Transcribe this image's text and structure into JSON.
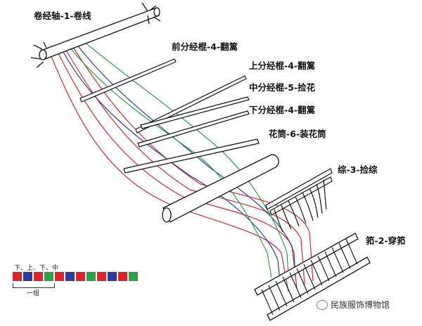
{
  "labels": {
    "warp_beam": "卷经轴-1-卷线",
    "front_rod": "前分经棍-4-翻篙",
    "upper_rod": "上分经棍-4-翻篙",
    "middle_rod": "中分经棍-5-捡花",
    "lower_rod": "下分经棍-4-翻篙",
    "pattern_rod": "花筒-6-装花筒",
    "heddle": "综-3-捡综",
    "reed": "筘-2-穿筘"
  },
  "legend": {
    "order_label": "下、上、下、中",
    "group_label": "一组",
    "swatch_colors": [
      "#d9262c",
      "#2b3b9e",
      "#d9262c",
      "#2aa24a",
      "#d9262c",
      "#2b3b9e",
      "#d9262c",
      "#2aa24a",
      "#d9262c",
      "#2b3b9e",
      "#d9262c",
      "#2aa24a"
    ]
  },
  "watermark": "民族服饰博物馆",
  "thread_colors": {
    "red": "#d9262c",
    "blue": "#2b3b9e",
    "green": "#2aa24a",
    "line": "#111111"
  }
}
